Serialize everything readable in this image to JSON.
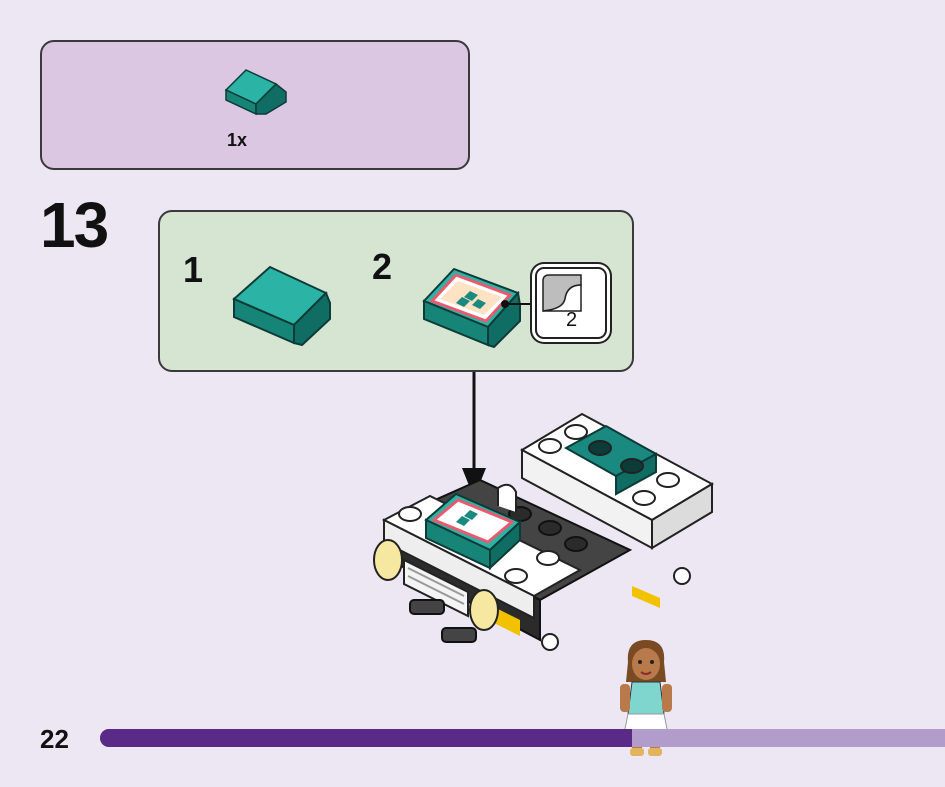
{
  "parts_list": {
    "quantity": "1x",
    "part_icon": "teal-slope-brick-icon"
  },
  "step": {
    "number": "13"
  },
  "substeps": [
    {
      "label": "1",
      "icon": "teal-slope-brick-icon"
    },
    {
      "label": "2",
      "icon": "stickered-slope-brick-icon"
    }
  ],
  "sticker": {
    "number": "2",
    "icon": "sticker-sheet-icon"
  },
  "page": {
    "number": "22"
  },
  "progress": {
    "fraction": 0.63
  },
  "colors": {
    "teal": "#1a8a80",
    "parts_box": "#dcc7e2",
    "substep_box": "#d5e5d2",
    "progress_fill": "#5a2a87",
    "progress_track": "#b29ccb"
  },
  "figure_icon": "minifigure-icon",
  "model_icon": "vehicle-model-icon"
}
